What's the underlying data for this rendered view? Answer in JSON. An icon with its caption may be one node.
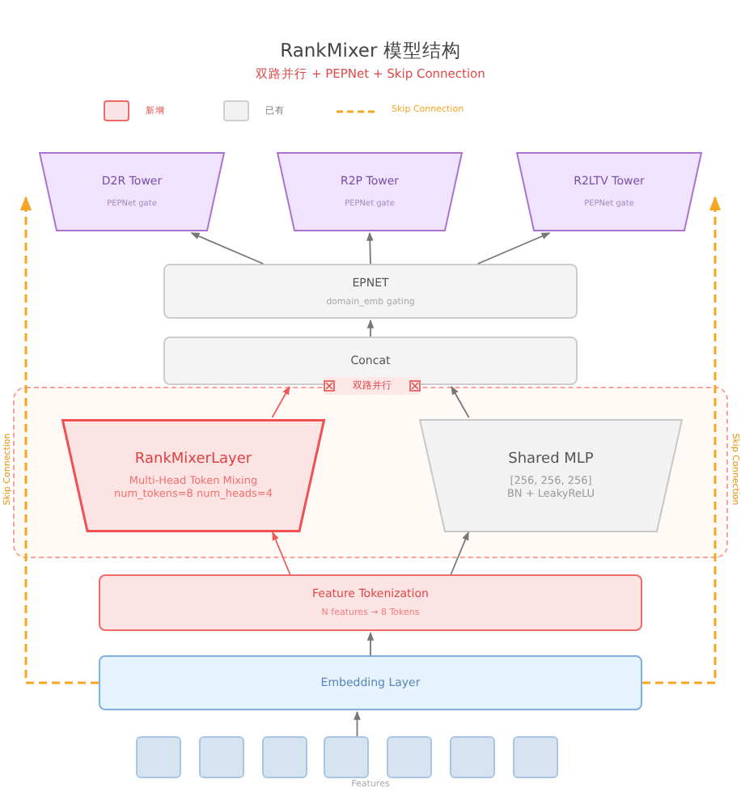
{
  "diagram": {
    "title": "RankMixer 模型结构",
    "nodes": [
      {
        "text": [
          "D2R Tower",
          "PEPNet gate"
        ]
      },
      {
        "text": [
          "R2P Tower",
          "PEPNet gate"
        ]
      },
      {
        "text": [
          "R2LTV Tower",
          "PEPNet gate"
        ]
      },
      {
        "text": [
          "EPNET",
          "domain_emb gating"
        ]
      },
      {
        "text": [
          "Concat"
        ]
      },
      {
        "text": [
          "双路并行"
        ]
      },
      {
        "text": [
          "RankMixerLayer",
          "Multi-Head Token Mixing",
          "num_tokens=8  num_heads=4"
        ],
        "in": 5
      },
      {
        "text": [
          "Shared MLP",
          "[256, 256, 256]",
          "BN + LeakyReLU"
        ],
        "in": 5
      },
      {
        "text": [
          "Feature Tokenization",
          "N features → 8 Tokens"
        ]
      },
      {
        "text": [
          "Embedding Layer"
        ]
      },
      {
        "text": [],
        "shape": "box"
      },
      {
        "text": [],
        "shape": "box"
      },
      {
        "text": [],
        "shape": "box"
      },
      {
        "text": [],
        "shape": "box"
      },
      {
        "text": [],
        "shape": "box"
      },
      {
        "text": [],
        "shape": "box"
      },
      {
        "text": [],
        "shape": "box"
      }
    ],
    "edges": [
      {
        "from": 3,
        "to": 0,
        "arrow": "to"
      },
      {
        "from": 3,
        "to": 1,
        "arrow": "to"
      },
      {
        "from": 3,
        "to": 2,
        "arrow": "to"
      },
      {
        "from": 4,
        "to": 3,
        "arrow": "to"
      },
      {
        "from": 6,
        "to": 4,
        "arrow": "to",
        "color": "#f05a5a"
      },
      {
        "from": 7,
        "to": 4,
        "arrow": "to"
      },
      {
        "from": 8,
        "to": 6,
        "arrow": "to",
        "color": "#f05a5a"
      },
      {
        "from": 8,
        "to": 7,
        "arrow": "to"
      },
      {
        "from": 9,
        "to": 8,
        "arrow": "to"
      },
      {
        "from": 13,
        "to": 9,
        "arrow": "to"
      },
      {
        "from": 9,
        "to": 0,
        "arrow": "to",
        "style": "dashed",
        "color": "#f5a623"
      },
      {
        "from": 9,
        "to": 2,
        "arrow": "to",
        "style": "dashed",
        "color": "#f5a623"
      }
    ],
    "labels": [
      "双路并行 + PEPNet + Skip Connection",
      "Skip Connection",
      "Skip Connection",
      "Features"
    ],
    "legend": [
      {
        "text": "新增",
        "color": "#fde4e4"
      },
      {
        "text": "已有",
        "color": "#f2f2f2"
      },
      {
        "text": "Skip Connection"
      }
    ]
  }
}
